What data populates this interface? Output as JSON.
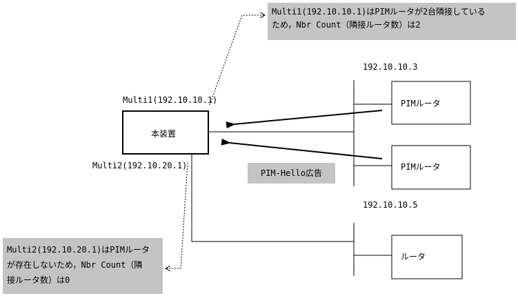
{
  "notes": {
    "top_right": [
      "Multi1(192.10.10.1)はPIMルータが2台隣接している",
      "ため，Nbr Count（隣接ルータ数）は2"
    ],
    "bottom_left": [
      "Multi2(192.10.20.1)はPIMルータ",
      "が存在しないため，Nbr Count（隣",
      "接ルータ数）は0"
    ]
  },
  "device": {
    "label": "本装置",
    "interface1": "Multi1(192.10.10.1)",
    "interface2": "Multi2(192.10.20.1)"
  },
  "networks": {
    "net1": "192.10.10.3",
    "net2": "192.10.10.5"
  },
  "routers": [
    {
      "label": "PIMルータ"
    },
    {
      "label": "PIMルータ"
    },
    {
      "label": "ルータ"
    }
  ],
  "hello_label": "PIM-Hello広告",
  "colors": {
    "note_bg": "#c4c4c4",
    "line": "#000000"
  }
}
